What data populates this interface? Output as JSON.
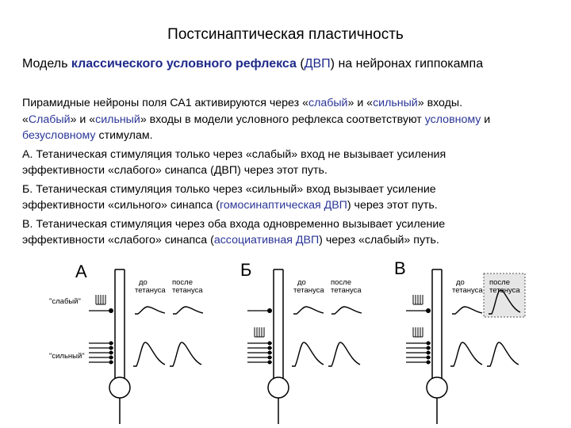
{
  "title": "Постсинаптическая пластичность",
  "subtitle": {
    "pre": "Модель ",
    "highlight": "классического условного рефлекса",
    "open": " (",
    "abbr": "ДВП",
    "post": ") на нейронах гиппокампа"
  },
  "intro": {
    "s1": "Пирамидные нейроны поля СА1 активируются через «",
    "w1": "слабый",
    "s2": "» и «",
    "w2": "сильный",
    "s3": "» входы.",
    "s4": "«",
    "w3": "Слабый",
    "s5": "» и «",
    "w4": "сильный",
    "s6": "» входы в модели условного рефлекса соответствуют ",
    "w5": "условному",
    "s7": " и",
    "w6": "безусловному",
    "s8": " стимулам."
  },
  "para_a": {
    "line1": "А. Тетаническая стимуляция только через «слабый» вход не вызывает усиления",
    "line2": "эффективности «слабого» синапса (ДВП) через этот путь."
  },
  "para_b": {
    "line1": "Б. Тетаническая стимуляция только через «сильный» вход вызывает усиление",
    "pre2": "эффективности «сильного» синапса (",
    "hl": "гомосинаптическая ДВП",
    "post2": ") через этот путь."
  },
  "para_c": {
    "line1": "В. Тетаническая стимуляция через оба входа одновременно вызывает усиление",
    "pre2": "эффективности «слабого» синапса (",
    "hl": "ассоциативная ДВП",
    "post2": ") через «слабый» путь."
  },
  "diagram": {
    "panels": [
      {
        "label": "А",
        "weak_label": "\"слабый\"",
        "strong_label": "\"сильный\""
      },
      {
        "label": "Б"
      },
      {
        "label": "В"
      }
    ],
    "before_line1": "до",
    "before_line2": "тетануса",
    "after_line1": "после",
    "after_line2": "тетануса"
  },
  "colors": {
    "accent": "#1f2a8a",
    "box_fill": "#e6e6e6"
  }
}
